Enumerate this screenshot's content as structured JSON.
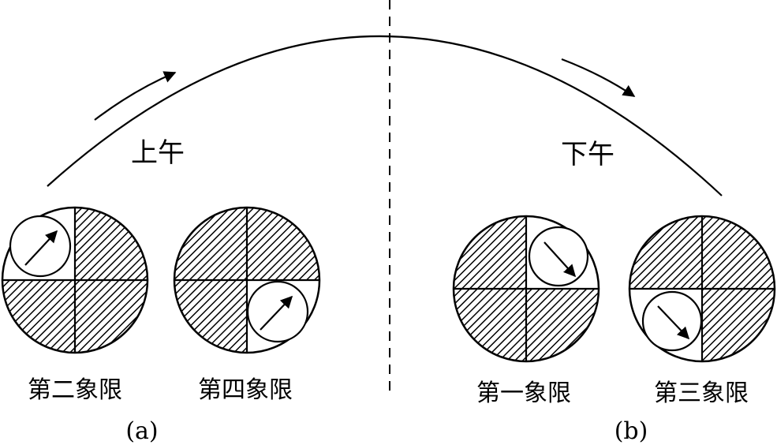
{
  "labels": {
    "morning": "上午",
    "afternoon": "下午",
    "panel_a": "(a)",
    "panel_b": "(b)"
  },
  "circles": [
    {
      "id": "q2",
      "caption": "第二象限",
      "open_quadrant": 2,
      "arrow": "up-right"
    },
    {
      "id": "q4",
      "caption": "第四象限",
      "open_quadrant": 4,
      "arrow": "up-right"
    },
    {
      "id": "q1",
      "caption": "第一象限",
      "open_quadrant": 1,
      "arrow": "down-right"
    },
    {
      "id": "q3",
      "caption": "第三象限",
      "open_quadrant": 3,
      "arrow": "down-right"
    }
  ],
  "colors": {
    "ink": "#000000",
    "paper": "#ffffff"
  }
}
